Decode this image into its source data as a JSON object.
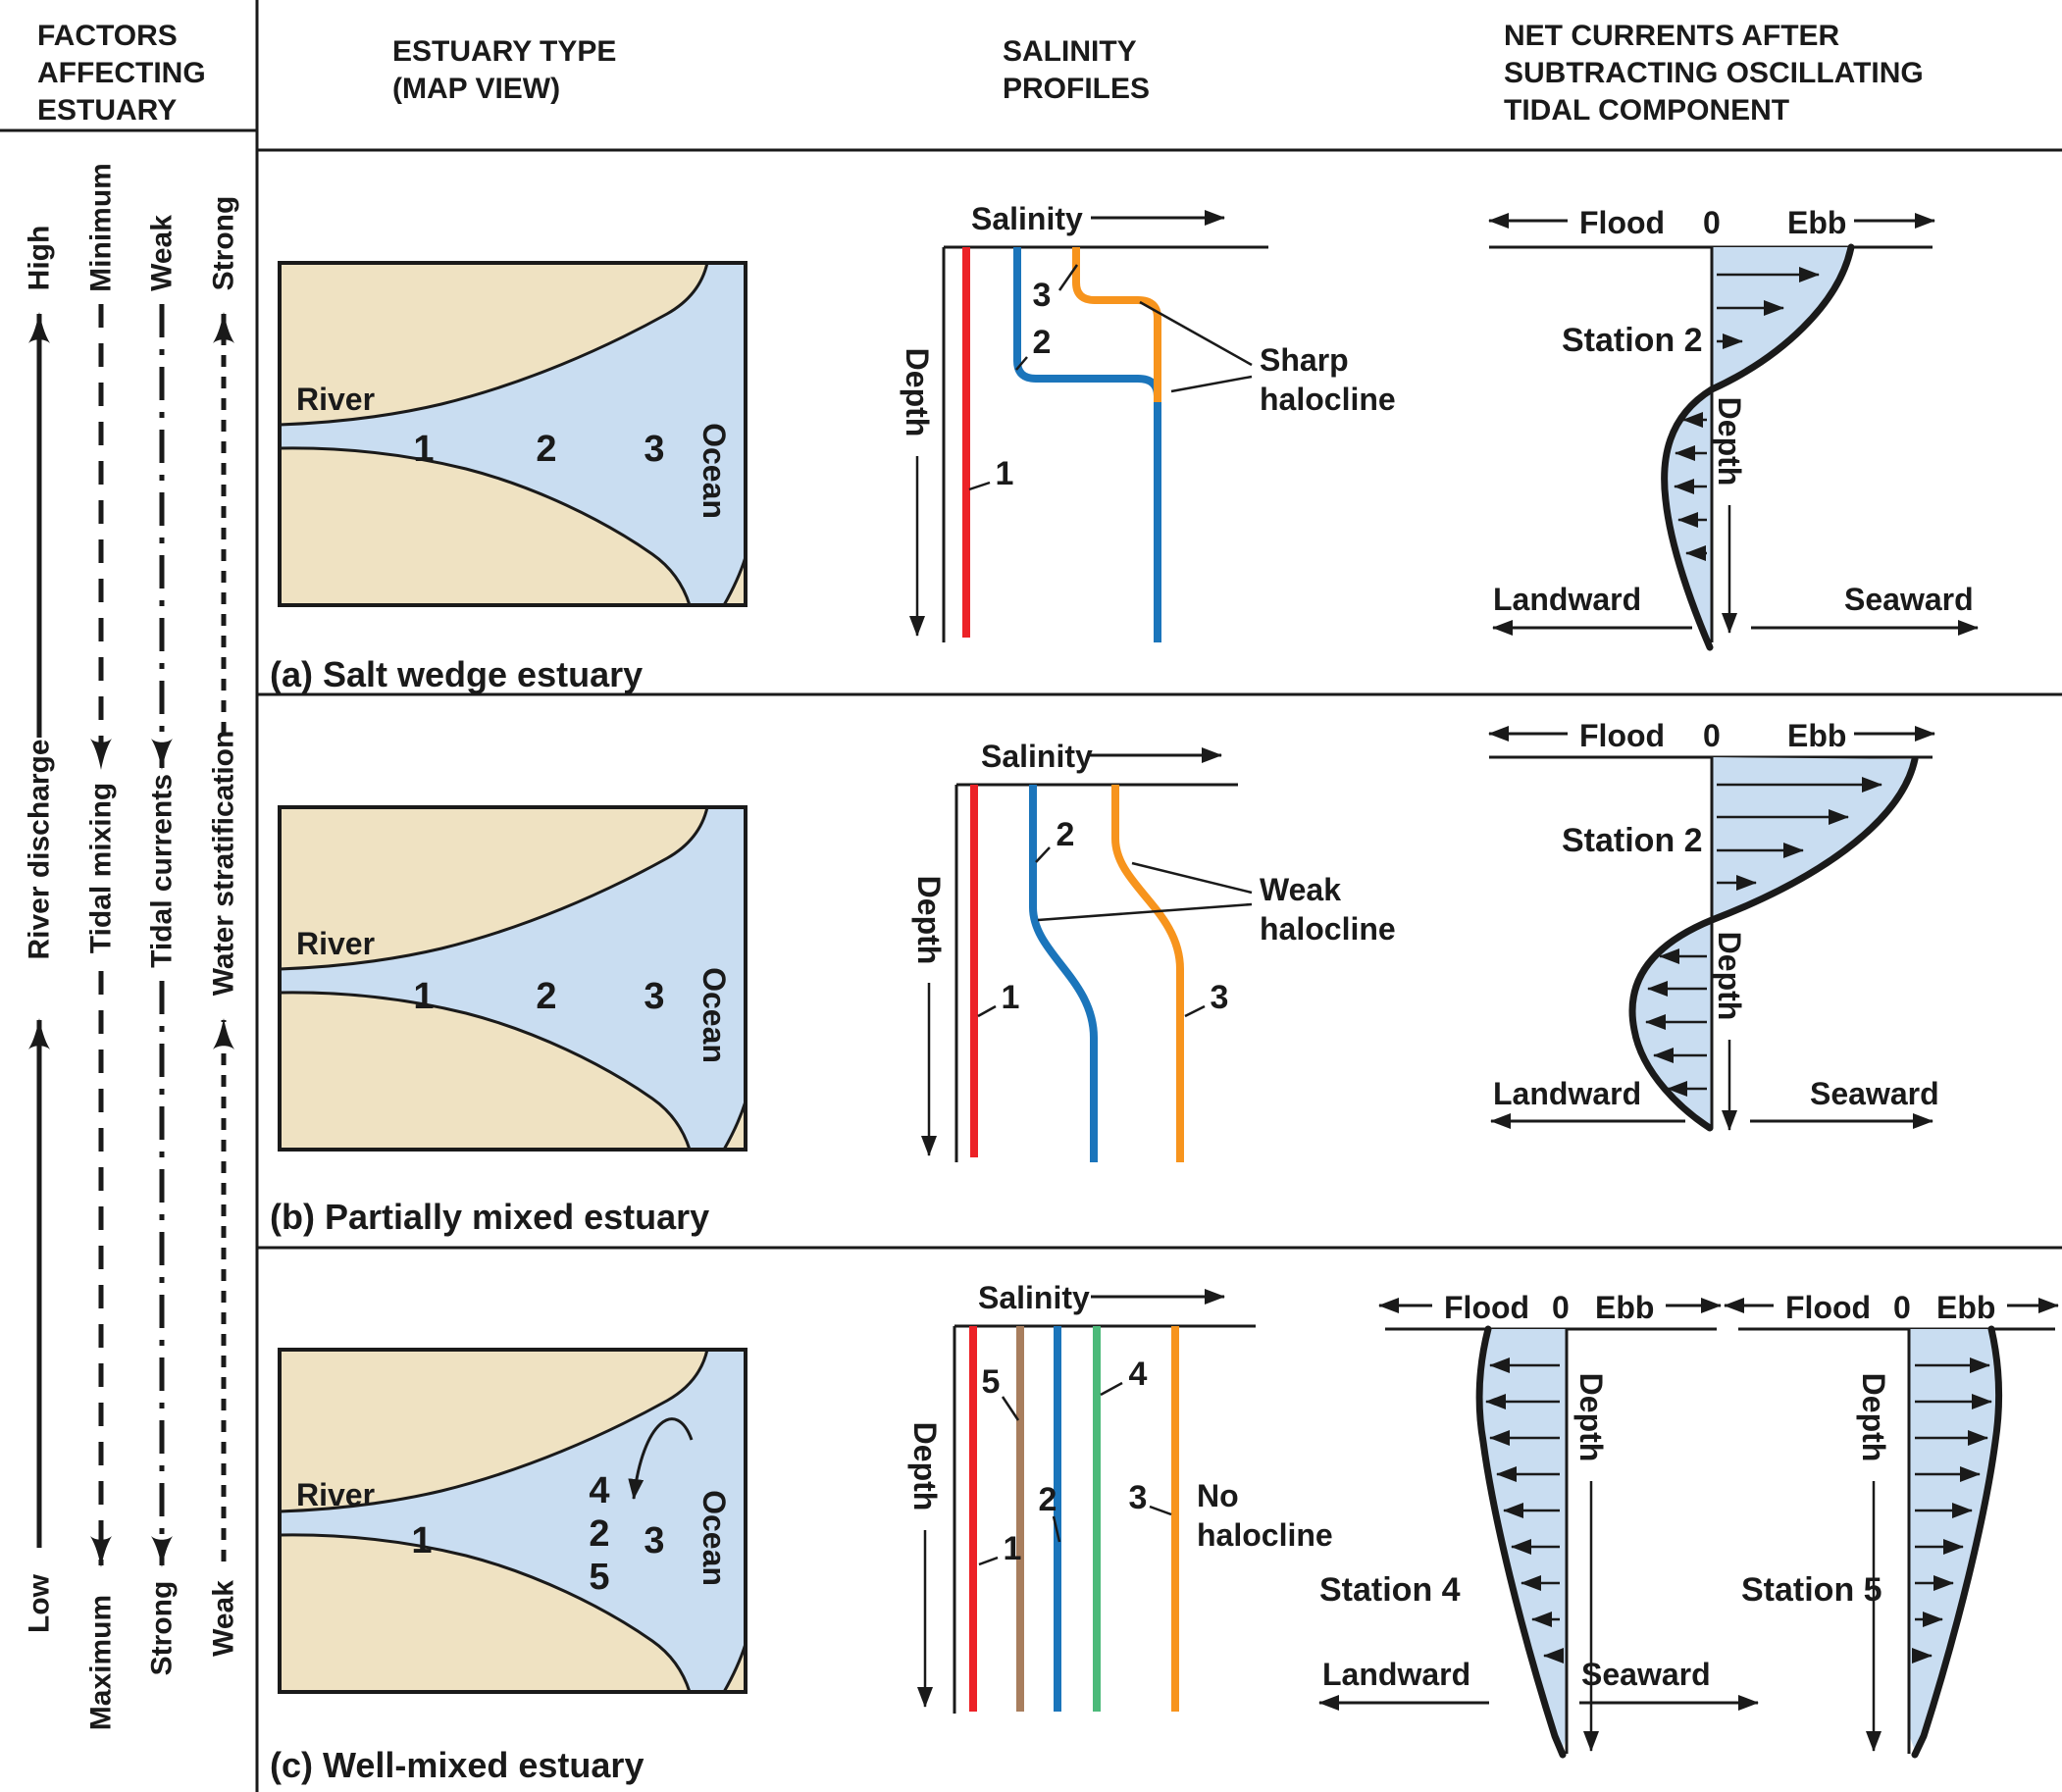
{
  "colors": {
    "land": "#EFE2C2",
    "water": "#C9DDF1",
    "ink": "#1a1a1a",
    "red": "#EC2227",
    "blue": "#1B75BB",
    "orange": "#F7941D",
    "green": "#4CBA7A",
    "brown": "#A87E5E"
  },
  "header": {
    "factors": [
      "FACTORS",
      "AFFECTING",
      "ESTUARY"
    ],
    "estuary_type": [
      "ESTUARY TYPE",
      "(MAP VIEW)"
    ],
    "salinity": [
      "SALINITY",
      "PROFILES"
    ],
    "net_currents": [
      "NET CURRENTS AFTER",
      "SUBTRACTING OSCILLATING",
      "TIDAL COMPONENT"
    ]
  },
  "factors": [
    {
      "name": "River discharge",
      "top": "High",
      "bottom": "Low"
    },
    {
      "name": "Tidal mixing",
      "top": "Minimum",
      "bottom": "Maximum"
    },
    {
      "name": "Tidal currents",
      "top": "Weak",
      "bottom": "Strong"
    },
    {
      "name": "Water stratification",
      "top": "Strong",
      "bottom": "Weak"
    }
  ],
  "labels": {
    "salinity": "Salinity",
    "depth": "Depth",
    "flood": "Flood",
    "zero": "0",
    "ebb": "Ebb",
    "landward": "Landward",
    "seaward": "Seaward",
    "river": "River",
    "ocean": "Ocean",
    "station2": "Station 2",
    "station4": "Station 4",
    "station5": "Station 5",
    "sharp_halocline": [
      "Sharp",
      "halocline"
    ],
    "weak_halocline": [
      "Weak",
      "halocline"
    ],
    "no_halocline": [
      "No",
      "halocline"
    ]
  },
  "stations": {
    "s1": "1",
    "s2": "2",
    "s3": "3",
    "s4": "4",
    "s5": "5"
  },
  "captions": {
    "a": "(a) Salt wedge estuary",
    "b": "(b) Partially mixed estuary",
    "c": "(c) Well-mixed estuary"
  }
}
